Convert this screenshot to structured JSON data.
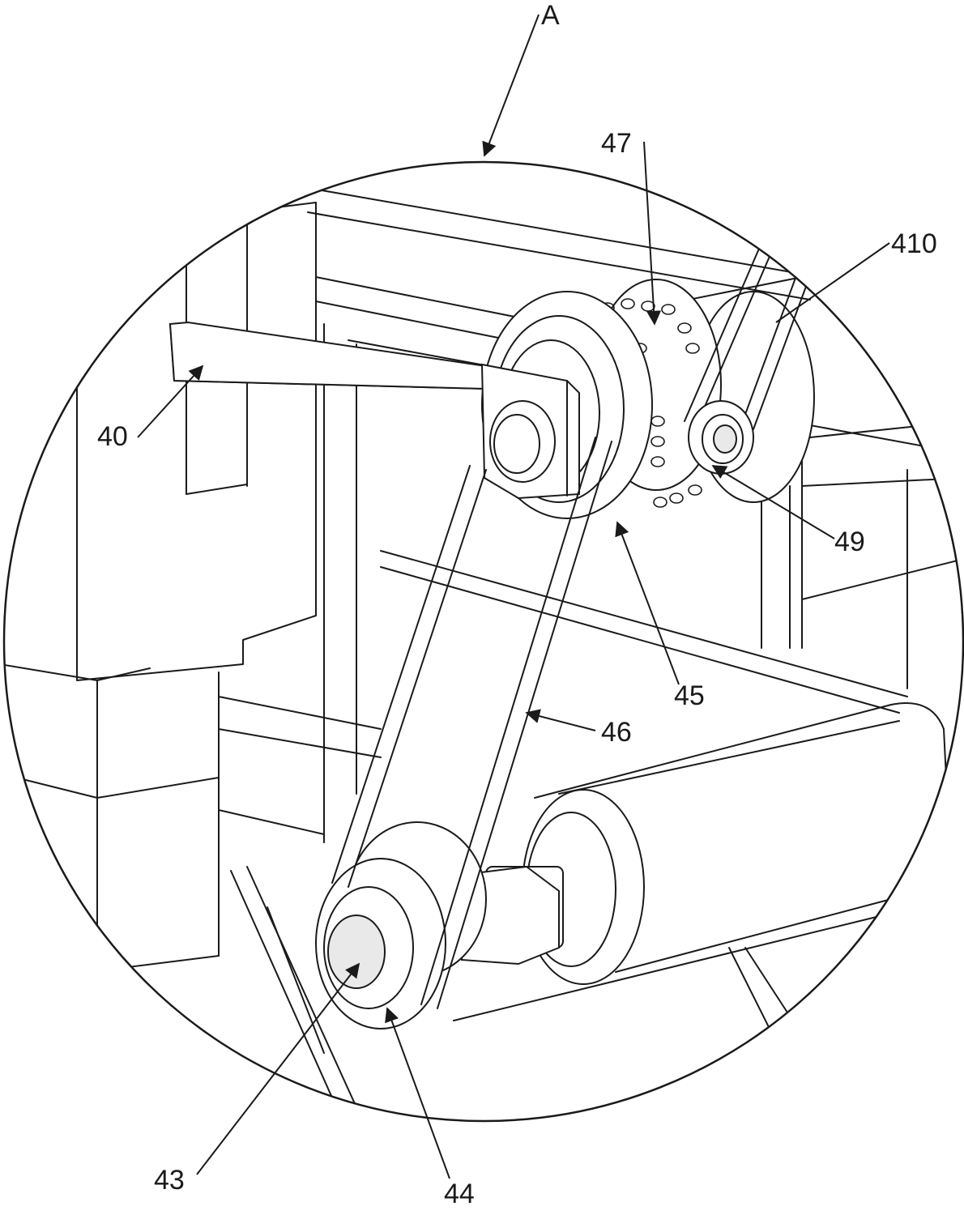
{
  "figure": {
    "view_label": "A",
    "callouts": [
      {
        "id": "40",
        "text": "40"
      },
      {
        "id": "410",
        "text": "410"
      },
      {
        "id": "43",
        "text": "43"
      },
      {
        "id": "44",
        "text": "44"
      },
      {
        "id": "45",
        "text": "45"
      },
      {
        "id": "46",
        "text": "46"
      },
      {
        "id": "47",
        "text": "47"
      },
      {
        "id": "49",
        "text": "49"
      }
    ]
  }
}
